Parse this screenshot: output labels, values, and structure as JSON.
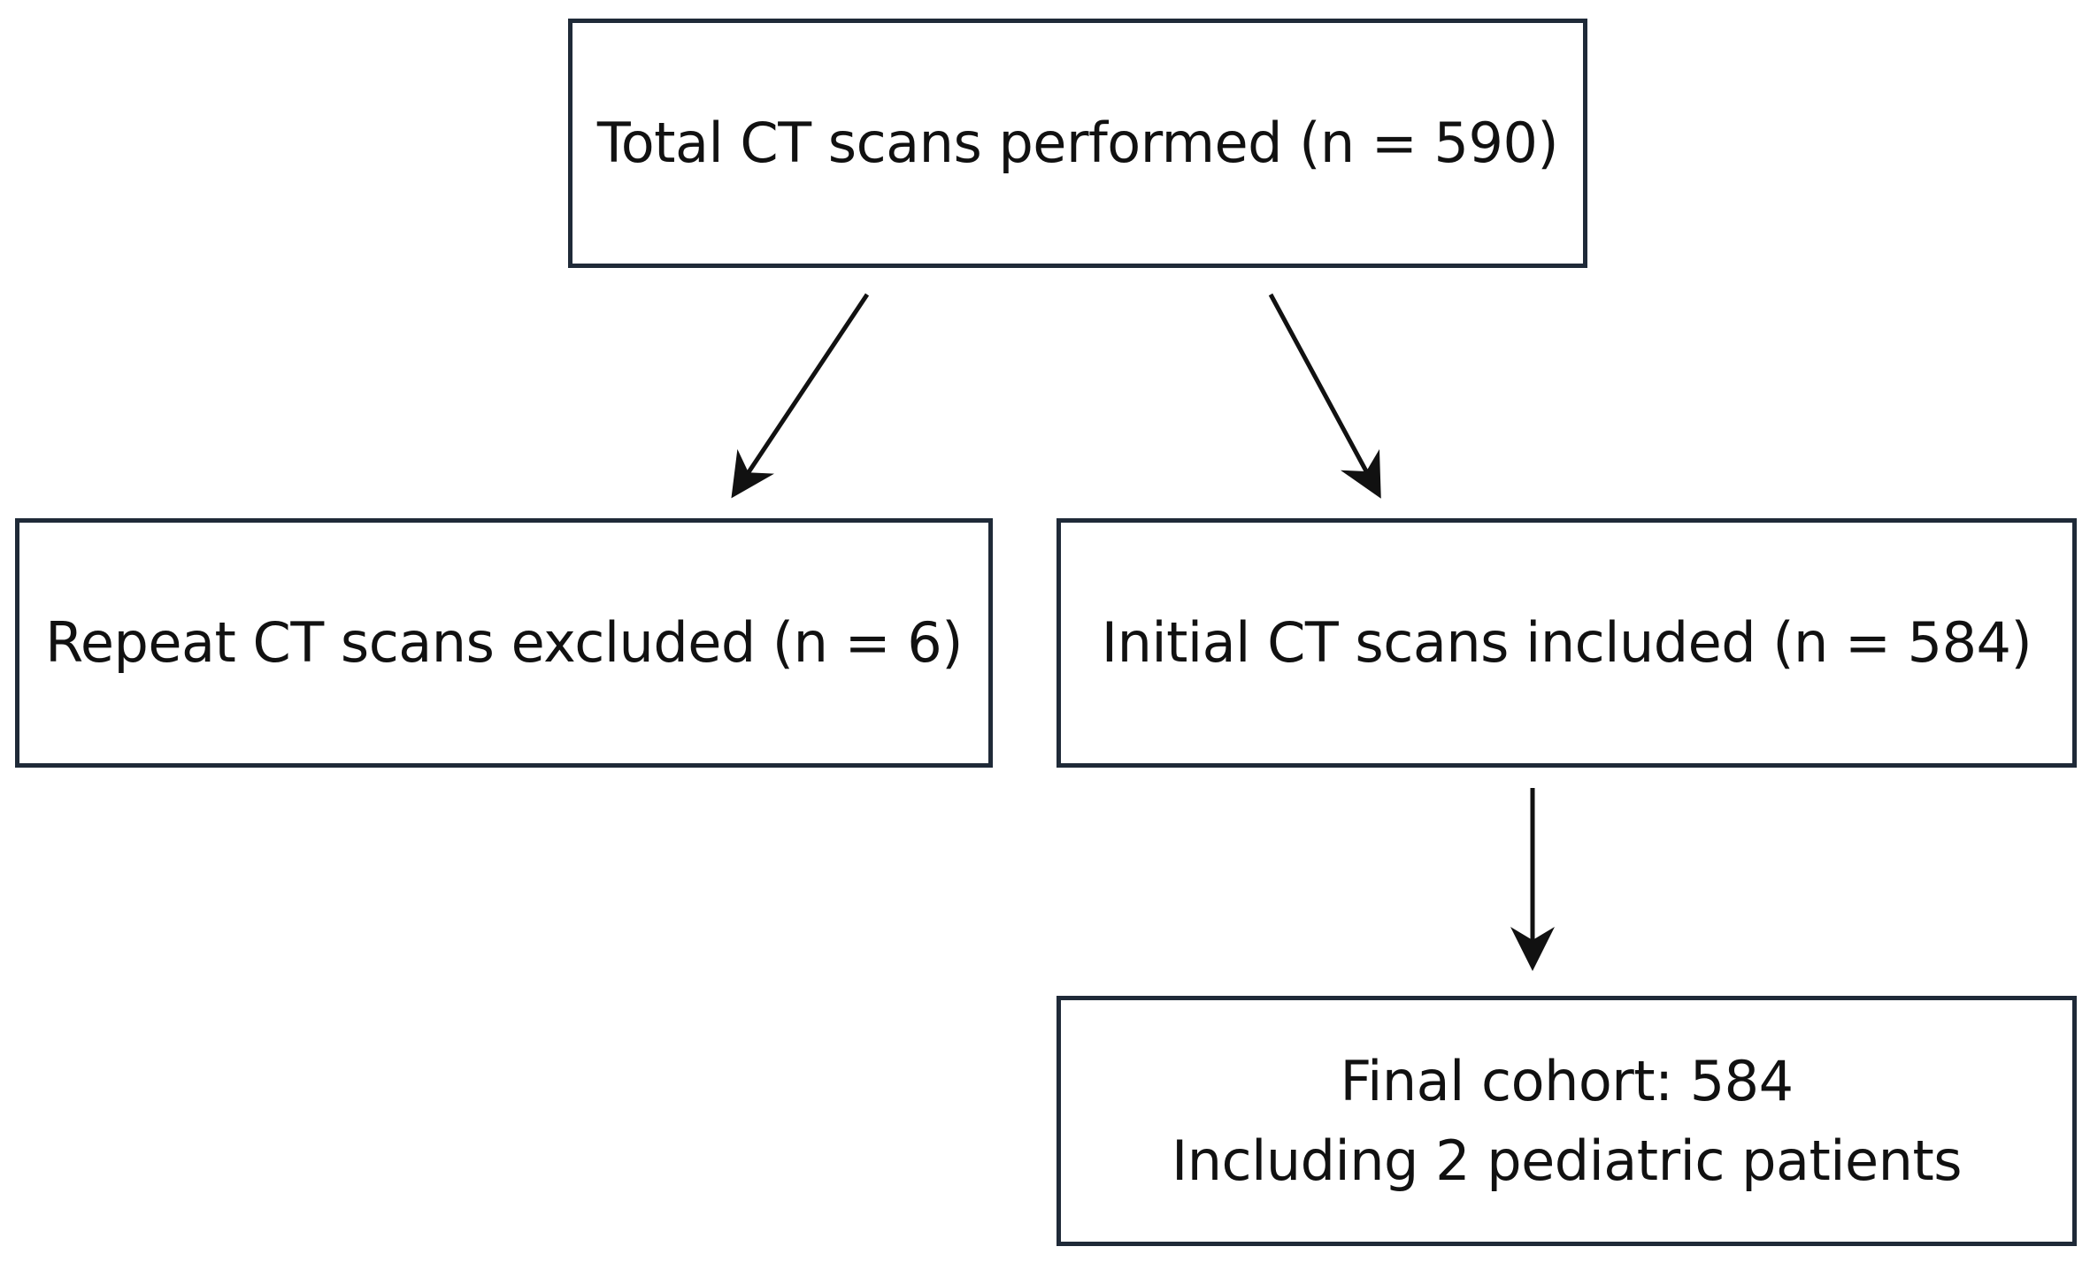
{
  "nodes": {
    "total": {
      "text": "Total CT scans performed (n = 590)"
    },
    "excluded": {
      "text": "Repeat CT scans excluded (n = 6)"
    },
    "included": {
      "text": "Initial CT scans included (n = 584)"
    },
    "final": {
      "line1": "Final cohort: 584",
      "line2": "Including 2 pediatric patients"
    }
  },
  "edges": [
    {
      "from": "total",
      "to": "excluded"
    },
    {
      "from": "total",
      "to": "included"
    },
    {
      "from": "included",
      "to": "final"
    }
  ],
  "colors": {
    "box_border": "#1f2a38",
    "arrow": "#111111",
    "text": "#111111"
  }
}
